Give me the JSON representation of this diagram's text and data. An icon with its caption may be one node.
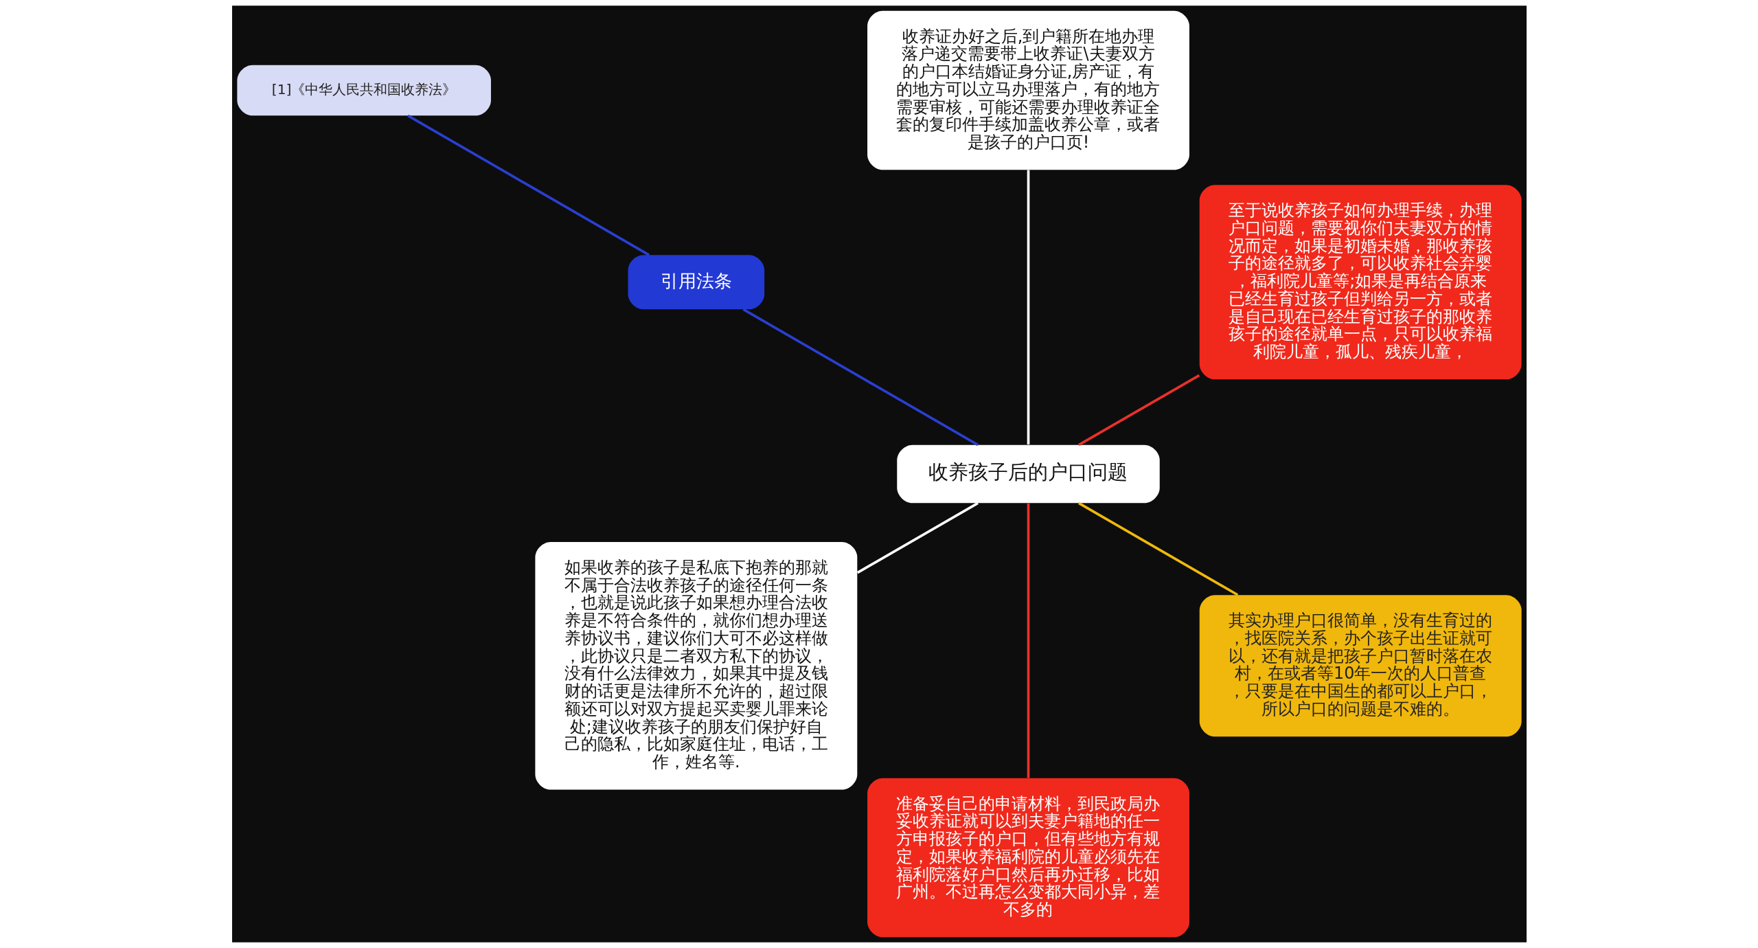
{
  "diagram": {
    "nodes": [
      {
        "text": [
          "收养孩子后的户口问题"
        ]
      },
      {
        "text": [
          "至于说收养孩子如何办理手续，办理户口问题，需要视你们夫妻双方的情况而定，如果是初婚未婚，那收养孩子的途径就多了，可以收养社会弃婴，福利院儿童等;如果是再结合原来已经生育过孩子但判给另一方，或者是自己现在已经生育过孩子的那收养孩子的途径就单一点，只可以收养福利院儿童，孤儿、残疾儿童，"
        ]
      },
      {
        "text": [
          "收养证办好之后,到户籍所在地办理落户递交需要带上收养证\\夫妻双方的户口本结婚证身分证,房产证，有的地方可以立马办理落户，有的地方需要审核，可能还需要办理收养证全套的复印件手续加盖收养公章，或者是孩子的户口页!"
        ]
      },
      {
        "text": [
          "引用法条"
        ]
      },
      {
        "text": [
          "[1]《中华人民共和国收养法》"
        ]
      },
      {
        "text": [
          "如果收养的孩子是私底下抱养的那就不属于合法收养孩子的途径任何一条，也就是说此孩子如果想办理合法收养是不符合条件的，就你们想办理送养协议书，建议你们大可不必这样做，此协议只是二者双方私下的协议，没有什么法律效力，如果其中提及钱财的话更是法律所不允许的，超过限额还可以对双方提起买卖婴儿罪来论处;建议收养孩子的朋友们保护好自己的隐私，比如家庭住址，电话，工作，姓名等."
        ]
      },
      {
        "text": [
          "准备妥自己的申请材料，到民政局办妥收养证就可以到夫妻户籍地的任一方申报孩子的户口，但有些地方有规定，如果收养福利院的儿童必须先在福利院落好户口然后再办迁移，比如广州。不过再怎么变都大同小异，差不多的"
        ]
      },
      {
        "text": [
          "其实办理户口很简单，没有生育过的，找医院关系，办个孩子出生证就可以，还有就是把孩子户口暂时落在农村，在或者等10年一次的人口普查，只要是在中国生的都可以上户口，所以户口的问题是不难的。"
        ]
      }
    ],
    "edges": [
      {
        "from": 0,
        "to": 1,
        "arrow": "none",
        "color": "#e8322a"
      },
      {
        "from": 0,
        "to": 2,
        "arrow": "none",
        "color": "#ffffff"
      },
      {
        "from": 0,
        "to": 3,
        "arrow": "none",
        "color": "#2a3fd0"
      },
      {
        "from": 3,
        "to": 4,
        "arrow": "none",
        "color": "#2a3fd0"
      },
      {
        "from": 0,
        "to": 5,
        "arrow": "none",
        "color": "#ffffff"
      },
      {
        "from": 0,
        "to": 6,
        "arrow": "none",
        "color": "#e8322a"
      },
      {
        "from": 0,
        "to": 7,
        "arrow": "none",
        "color": "#f0b90b"
      }
    ]
  }
}
